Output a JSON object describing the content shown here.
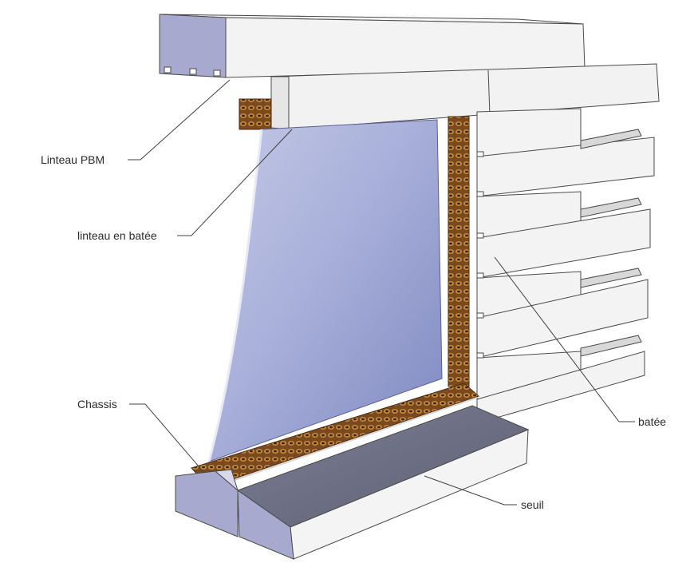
{
  "labels": {
    "linteau_pbm": "Linteau PBM",
    "linteau_batee": "linteau en batée",
    "chassis": "Chassis",
    "batee": "batée",
    "seuil": "seuil"
  },
  "colors": {
    "block_face": "#f4f4f4",
    "block_top": "#fafafa",
    "block_end": "#a8a9cf",
    "block_edge": "#4a4a4a",
    "glass": "#9aa3d2",
    "wood": "#8a5a2a",
    "sill_top": "#6f7185",
    "metal": "#b8b8b8"
  }
}
